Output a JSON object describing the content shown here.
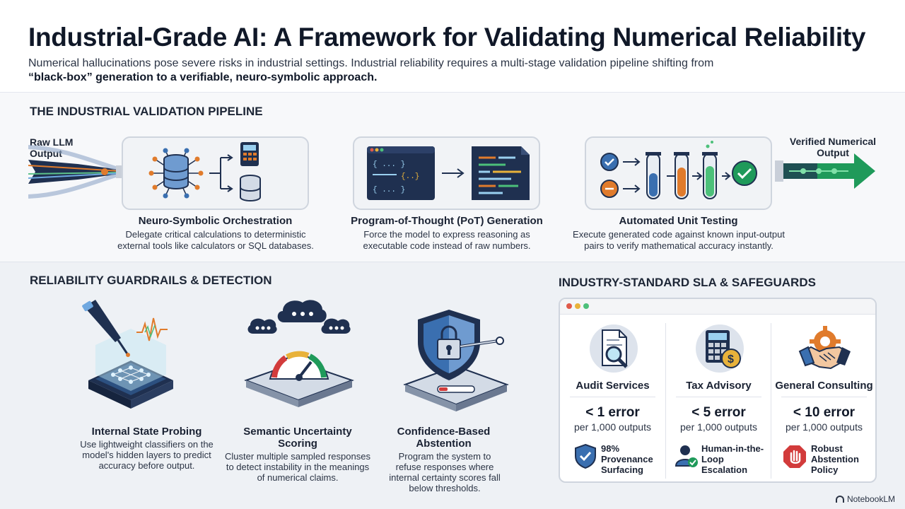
{
  "header": {
    "title": "Industrial-Grade AI: A Framework for Validating Numerical Reliability",
    "subtitle": "Numerical hallucinations pose severe risks in industrial settings. Industrial reliability requires a multi-stage validation pipeline shifting from",
    "subtitle_bold": "“black-box” generation to a verifiable, neuro-symbolic approach."
  },
  "pipeline": {
    "title": "THE INDUSTRIAL VALIDATION PIPELINE",
    "input_label": "Raw LLM Output",
    "output_label": "Verified Numerical Output",
    "stages": [
      {
        "title": "Neuro-Symbolic Orchestration",
        "desc": "Delegate critical calculations to deterministic external tools like calculators or SQL databases."
      },
      {
        "title": "Program-of-Thought (PoT) Generation",
        "desc": "Force the model to express reasoning as executable code instead of raw numbers."
      },
      {
        "title": "Automated Unit Testing",
        "desc": "Execute generated code against known input-output pairs to verify mathematical accuracy instantly."
      }
    ]
  },
  "guardrails": {
    "title": "RELIABILITY GUARDRAILS & DETECTION",
    "items": [
      {
        "title": "Internal State Probing",
        "desc": "Use lightweight classifiers on the model's hidden layers to predict accuracy before output."
      },
      {
        "title": "Semantic Uncertainty Scoring",
        "desc": "Cluster multiple sampled responses to detect instability in the meanings of numerical claims."
      },
      {
        "title": "Confidence-Based Abstention",
        "desc": "Program the system to refuse responses where internal certainty scores fall below thresholds."
      }
    ]
  },
  "sla": {
    "title": "INDUSTRY-STANDARD SLA & SAFEGUARDS",
    "columns": [
      {
        "name": "Audit Services",
        "metric": "< 1 error",
        "sub": "per 1,000 outputs",
        "safeguard": "98% Provenance Surfacing",
        "icon": "document-magnifier-icon"
      },
      {
        "name": "Tax Advisory",
        "metric": "< 5 error",
        "sub": "per 1,000 outputs",
        "safeguard": "Human-in-the-Loop Escalation",
        "icon": "calculator-coin-icon"
      },
      {
        "name": "General Consulting",
        "metric": "< 10 error",
        "sub": "per 1,000 outputs",
        "safeguard": "Robust Abstention Policy",
        "icon": "handshake-gear-icon"
      }
    ]
  },
  "brand": "NotebookLM",
  "colors": {
    "navy": "#1f3050",
    "green": "#1f9a5a",
    "orange": "#e07b2c",
    "blue": "#3a6fb0",
    "red": "#d23b3b"
  }
}
